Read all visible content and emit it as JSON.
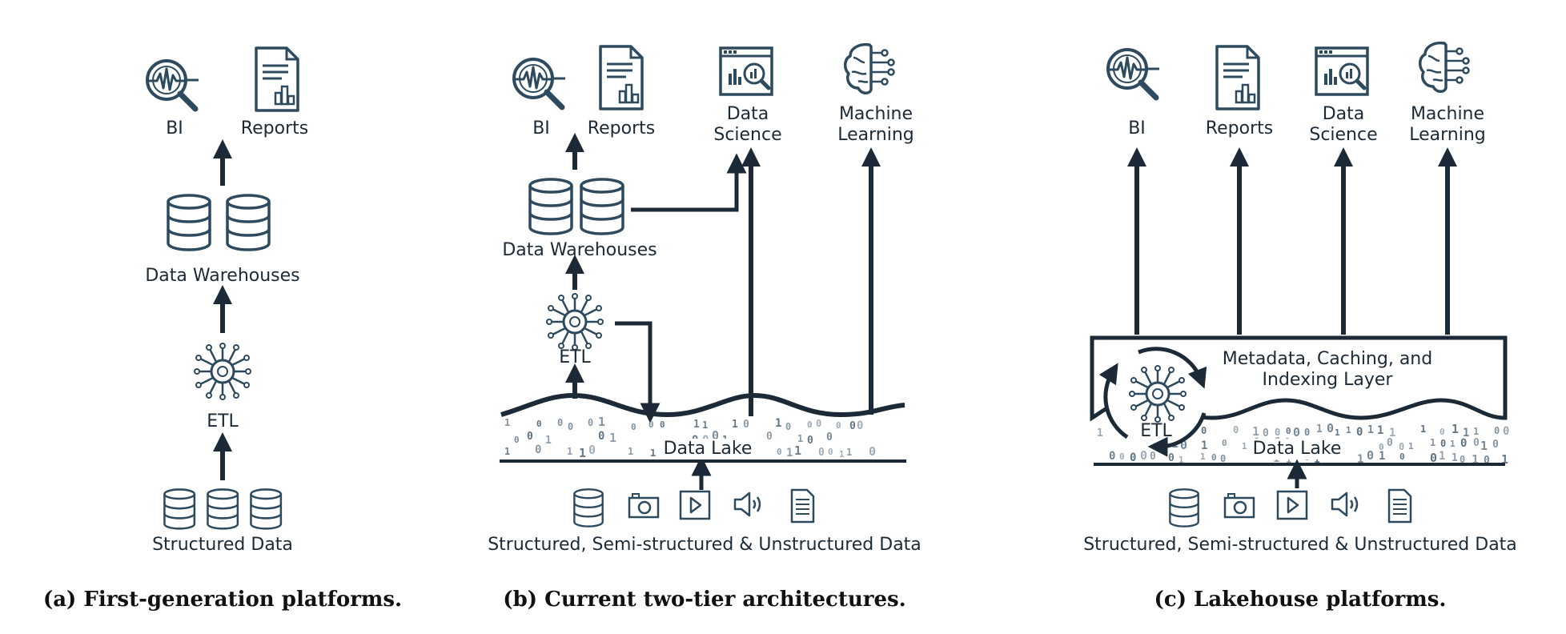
{
  "panel_a": {
    "bi": "BI",
    "reports": "Reports",
    "data_warehouses": "Data Warehouses",
    "etl": "ETL",
    "structured_data": "Structured Data",
    "caption": "(a) First-generation platforms."
  },
  "panel_b": {
    "bi": "BI",
    "reports": "Reports",
    "data_science": "Data\nScience",
    "machine_learning": "Machine\nLearning",
    "data_warehouses": "Data Warehouses",
    "etl": "ETL",
    "data_lake": "Data Lake",
    "sources": "Structured, Semi-structured & Unstructured Data",
    "caption": "(b) Current two-tier architectures."
  },
  "panel_c": {
    "bi": "BI",
    "reports": "Reports",
    "data_science": "Data\nScience",
    "machine_learning": "Machine\nLearning",
    "metadata_layer": "Metadata, Caching, and\nIndexing Layer",
    "etl": "ETL",
    "data_lake": "Data Lake",
    "sources": "Structured, Semi-structured & Unstructured Data",
    "caption": "(c) Lakehouse platforms."
  },
  "colors": {
    "ink": "#1b2a36",
    "icon": "#2d4a5e",
    "bits": "#5b6f80"
  }
}
